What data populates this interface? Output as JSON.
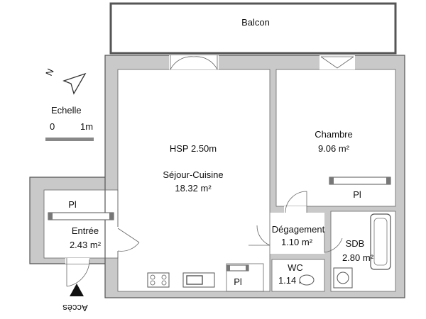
{
  "balcony": {
    "label": "Balcon"
  },
  "legend": {
    "north": "N",
    "scale_title": "Echelle",
    "scale_zero": "0",
    "scale_one": "1m"
  },
  "access": {
    "label": "Accès"
  },
  "rooms": {
    "sejour": {
      "ceiling": "HSP 2.50m",
      "name": "Séjour-Cuisine",
      "area": "18.32 m²"
    },
    "chambre": {
      "name": "Chambre",
      "area": "9.06 m²"
    },
    "entree": {
      "name": "Entrée",
      "area": "2.43 m²"
    },
    "degagement": {
      "name": "Dégagement",
      "area": "1.10 m²"
    },
    "sdb": {
      "name": "SDB",
      "area": "2.80 m²"
    },
    "wc": {
      "name": "WC",
      "area": "1.14 m²"
    }
  },
  "closets": {
    "entree": "Pl",
    "chambre": "Pl",
    "wc_side": "Pl"
  }
}
